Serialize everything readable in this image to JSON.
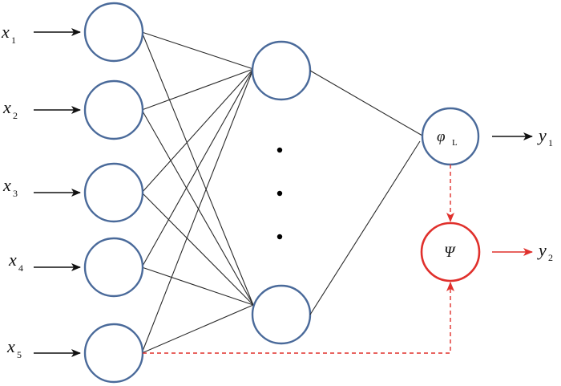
{
  "colors": {
    "node_stroke": "#4a6a9a",
    "special_stroke": "#e0302c",
    "edge": "#2a2a2a",
    "arrow": "#111111",
    "dashed": "#e0302c"
  },
  "inputs": [
    {
      "var": "x",
      "sub": "1"
    },
    {
      "var": "x",
      "sub": "2"
    },
    {
      "var": "x",
      "sub": "3"
    },
    {
      "var": "x",
      "sub": "4"
    },
    {
      "var": "x",
      "sub": "5"
    }
  ],
  "outputs": [
    {
      "var": "y",
      "sub": "1"
    },
    {
      "var": "y",
      "sub": "2"
    }
  ],
  "output_node": {
    "symbol": "φ",
    "sub": "L"
  },
  "psi_node": {
    "symbol": "Ψ"
  }
}
